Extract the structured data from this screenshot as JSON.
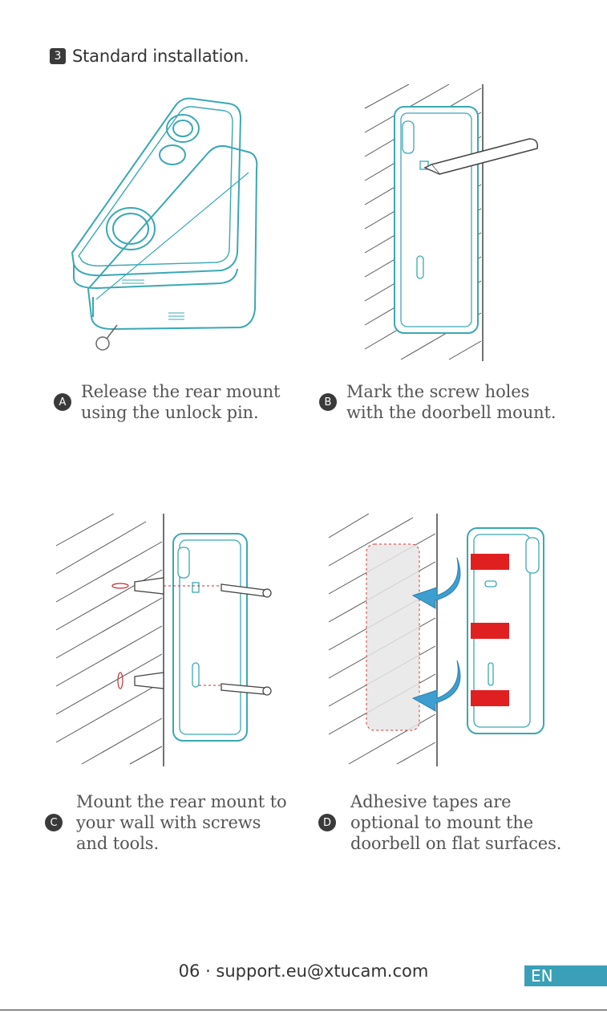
{
  "section": {
    "number": "3",
    "title": "Standard installation."
  },
  "steps": [
    {
      "letter": "A",
      "caption": "Release the rear mount\nusing the unlock pin."
    },
    {
      "letter": "B",
      "caption": "Mark the screw holes\nwith the doorbell mount."
    },
    {
      "letter": "C",
      "caption": "Mount the rear mount to\nyour wall with screws\nand tools."
    },
    {
      "letter": "D",
      "caption": "Adhesive tapes are\noptional to mount the\ndoorbell on flat surfaces."
    }
  ],
  "footer": {
    "text": "06 · support.eu@xtucam.com",
    "lang": "EN"
  },
  "colors": {
    "teal": "#3aa8b4",
    "red_tape": "#e02020",
    "arrow_blue": "#3d9fd0",
    "dark": "#3a3a3a"
  }
}
